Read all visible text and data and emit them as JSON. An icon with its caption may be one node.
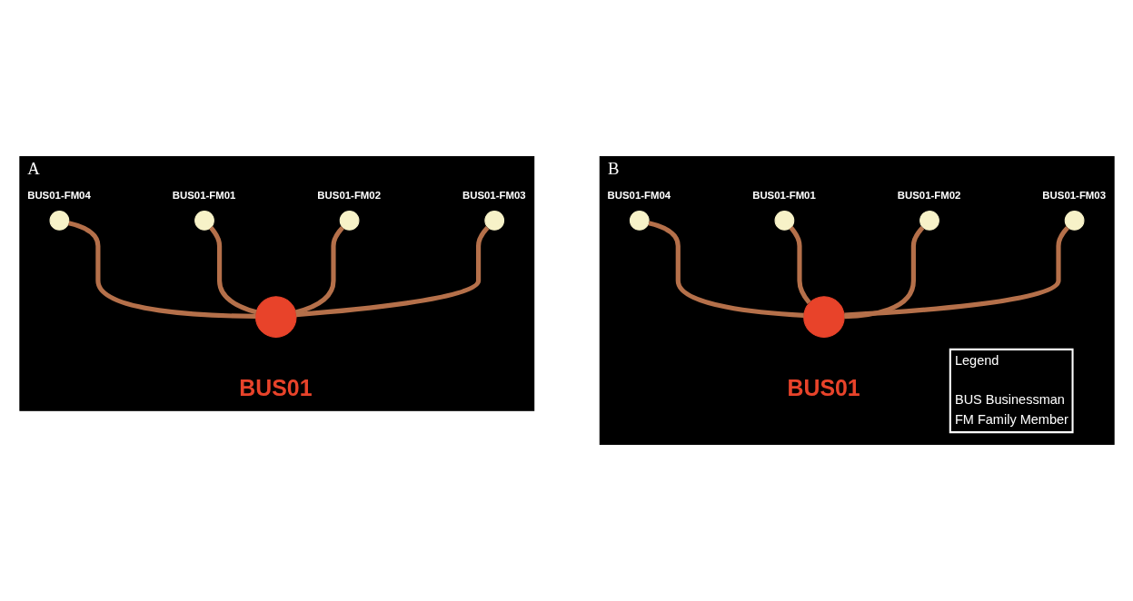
{
  "diagram": {
    "nodes": [
      {
        "text": [
          "A"
        ]
      },
      {
        "text": [],
        "shape": "circle",
        "beside": [
          "BUS01"
        ],
        "in": 0
      },
      {
        "text": [],
        "shape": "circle",
        "beside": [
          "BUS01-FM04"
        ],
        "in": 0
      },
      {
        "text": [],
        "shape": "circle",
        "beside": [
          "BUS01-FM01"
        ],
        "in": 0
      },
      {
        "text": [],
        "shape": "circle",
        "beside": [
          "BUS01-FM02"
        ],
        "in": 0
      },
      {
        "text": [],
        "shape": "circle",
        "beside": [
          "BUS01-FM03"
        ],
        "in": 0
      },
      {
        "text": [
          "B"
        ]
      },
      {
        "text": [],
        "shape": "circle",
        "beside": [
          "BUS01"
        ],
        "in": 6
      },
      {
        "text": [],
        "shape": "circle",
        "beside": [
          "BUS01-FM04"
        ],
        "in": 6
      },
      {
        "text": [],
        "shape": "circle",
        "beside": [
          "BUS01-FM01"
        ],
        "in": 6
      },
      {
        "text": [],
        "shape": "circle",
        "beside": [
          "BUS01-FM02"
        ],
        "in": 6
      },
      {
        "text": [],
        "shape": "circle",
        "beside": [
          "BUS01-FM03"
        ],
        "in": 6
      }
    ],
    "edges": [
      {
        "from": 1,
        "to": 2,
        "arrow": "none"
      },
      {
        "from": 1,
        "to": 3,
        "arrow": "none"
      },
      {
        "from": 1,
        "to": 4,
        "arrow": "none"
      },
      {
        "from": 1,
        "to": 5,
        "arrow": "none"
      },
      {
        "from": 7,
        "to": 8,
        "arrow": "none"
      },
      {
        "from": 7,
        "to": 9,
        "arrow": "none"
      },
      {
        "from": 7,
        "to": 10,
        "arrow": "none"
      },
      {
        "from": 7,
        "to": 11,
        "arrow": "none"
      }
    ],
    "labels": [
      "Legend"
    ],
    "legend": [
      {
        "text": "BUS Businessman"
      },
      {
        "text": "FM Family Member"
      }
    ]
  }
}
